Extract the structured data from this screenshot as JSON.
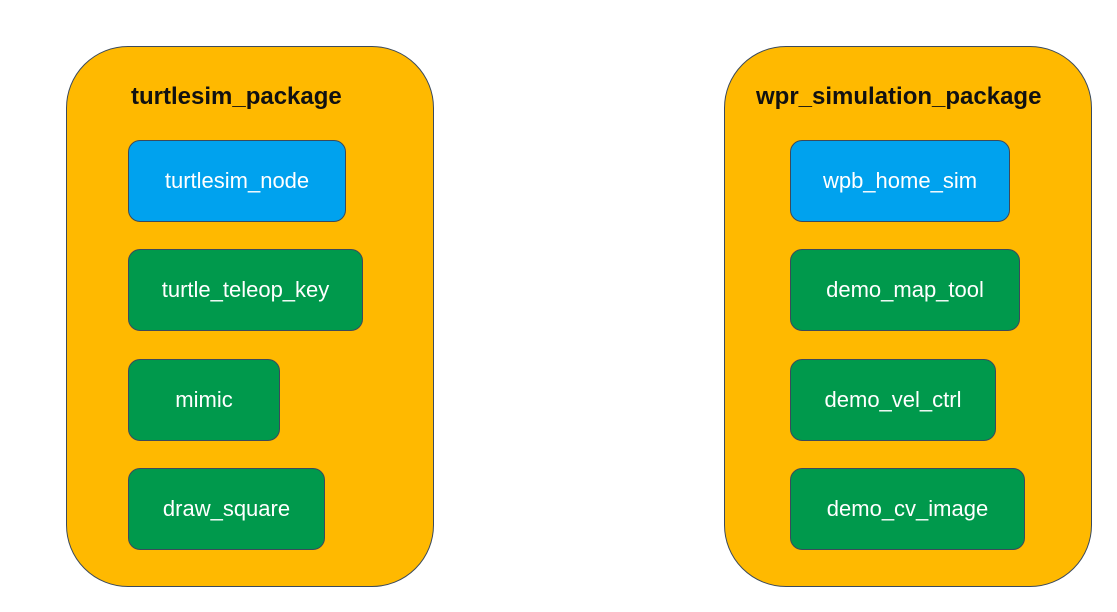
{
  "packages": [
    {
      "title": "turtlesim_package",
      "nodes": [
        {
          "label": "turtlesim_node",
          "kind": "blue"
        },
        {
          "label": "turtle_teleop_key",
          "kind": "green"
        },
        {
          "label": "mimic",
          "kind": "green"
        },
        {
          "label": "draw_square",
          "kind": "green"
        }
      ]
    },
    {
      "title": "wpr_simulation_package",
      "nodes": [
        {
          "label": "wpb_home_sim",
          "kind": "blue"
        },
        {
          "label": "demo_map_tool",
          "kind": "green"
        },
        {
          "label": "demo_vel_ctrl",
          "kind": "green"
        },
        {
          "label": "demo_cv_image",
          "kind": "green"
        }
      ]
    }
  ],
  "colors": {
    "package_fill": "#FFB900",
    "node_blue": "#00A2EE",
    "node_green": "#00994C",
    "outline": "#3b4a5c"
  }
}
